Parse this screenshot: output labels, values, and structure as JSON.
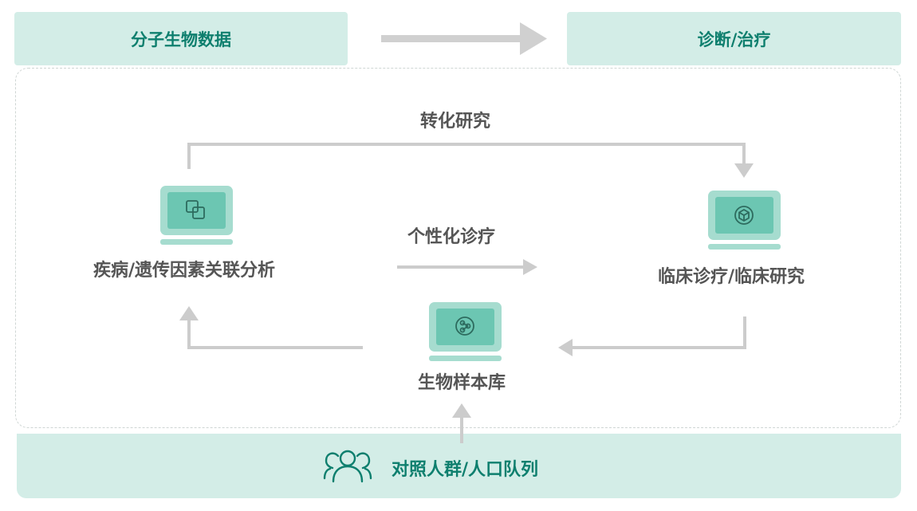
{
  "header": {
    "left_box": "分子生物数据",
    "right_box": "诊断/治疗"
  },
  "diagram": {
    "top_flow_label": "转化研究",
    "middle_flow_label": "个性化诊疗",
    "left_node": "疾病/遗传因素关联分析",
    "right_node": "临床诊疗/临床研究",
    "center_node": "生物样本库",
    "bottom_band": "对照人群/人口队列"
  },
  "colors": {
    "box_fill": "#d3ede7",
    "accent_green": "#0e7f6e",
    "laptop_outer": "#a6dccf",
    "laptop_screen": "#6cc6b2",
    "arrow_gray": "#cccccc"
  }
}
